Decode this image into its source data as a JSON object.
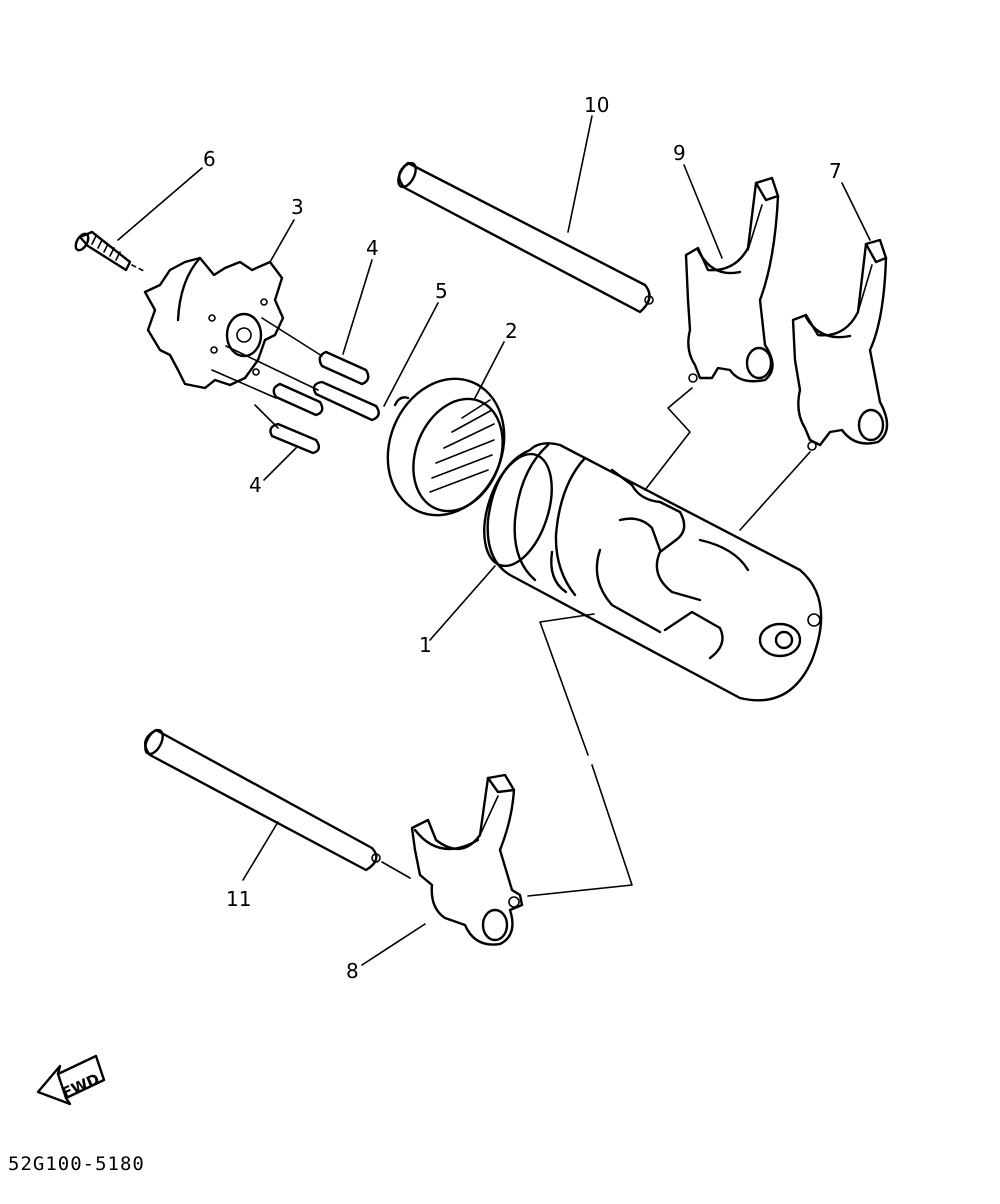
{
  "labels": {
    "p1": "1",
    "p2": "2",
    "p3": "3",
    "p4a": "4",
    "p4b": "4",
    "p5": "5",
    "p6": "6",
    "p7": "7",
    "p8": "8",
    "p9": "9",
    "p10": "10",
    "p11": "11"
  },
  "fwd_label": "FWD",
  "diagram_code": "52G100-5180"
}
